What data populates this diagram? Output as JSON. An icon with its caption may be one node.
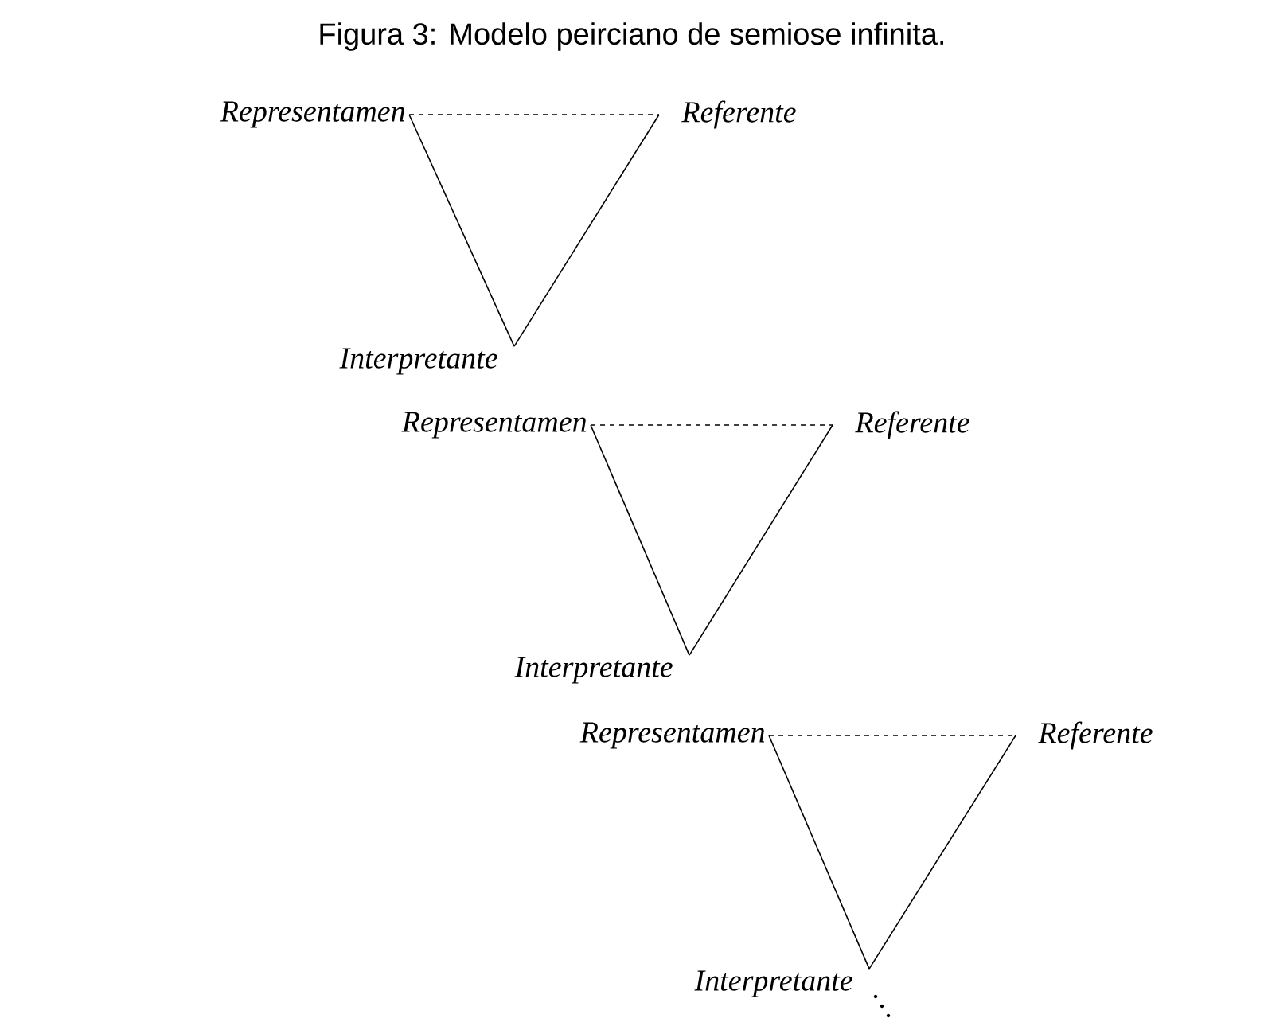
{
  "diagram": {
    "title": "Figura 3: Modelo peirciano de semiose infinita.",
    "nodes": [
      {
        "text": [
          "Representamen"
        ]
      },
      {
        "text": [
          "Referente"
        ]
      },
      {
        "text": [
          "Interpretante"
        ]
      },
      {
        "text": [
          "Representamen"
        ]
      },
      {
        "text": [
          "Referente"
        ]
      },
      {
        "text": [
          "Interpretante"
        ]
      },
      {
        "text": [
          "Representamen"
        ]
      },
      {
        "text": [
          "Referente"
        ]
      },
      {
        "text": [
          "Interpretante"
        ]
      }
    ],
    "edges": [
      {
        "from": 0,
        "to": 1,
        "arrow": "none",
        "style": "dashed"
      },
      {
        "from": 0,
        "to": 2,
        "arrow": "none"
      },
      {
        "from": 1,
        "to": 2,
        "arrow": "none"
      },
      {
        "from": 3,
        "to": 4,
        "arrow": "none",
        "style": "dashed"
      },
      {
        "from": 3,
        "to": 5,
        "arrow": "none"
      },
      {
        "from": 4,
        "to": 5,
        "arrow": "none"
      },
      {
        "from": 6,
        "to": 7,
        "arrow": "none",
        "style": "dashed"
      },
      {
        "from": 6,
        "to": 8,
        "arrow": "none"
      },
      {
        "from": 7,
        "to": 8,
        "arrow": "none"
      }
    ]
  }
}
